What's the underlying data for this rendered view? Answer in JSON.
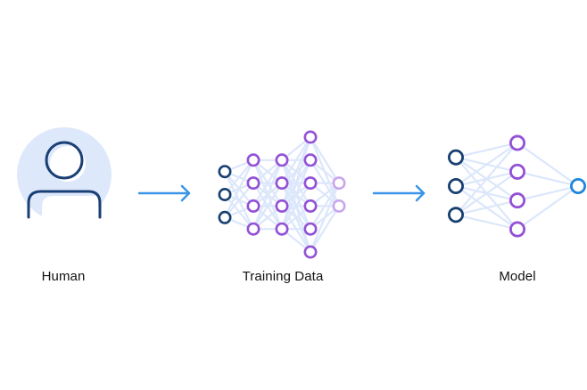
{
  "stages": [
    {
      "id": "human",
      "label": "Human"
    },
    {
      "id": "training-data",
      "label": "Training Data"
    },
    {
      "id": "model",
      "label": "Model"
    }
  ],
  "arrows": [
    {
      "from": "human",
      "to": "training-data"
    },
    {
      "from": "training-data",
      "to": "model"
    }
  ],
  "colors": {
    "background": "#ffffff",
    "human_circle_fill": "#dde8fb",
    "human_outline": "#1a3f75",
    "arrow": "#3a95e8",
    "edge": "#dce7fb",
    "input_node": "#173f70",
    "hidden_node": "#9351d6",
    "faded_node": "#c9a5ee",
    "output_node": "#1f86de",
    "label_text": "#111111"
  },
  "networks": {
    "training_data": {
      "layers": [
        {
          "nodes": 3,
          "role": "input"
        },
        {
          "nodes": 4,
          "role": "hidden"
        },
        {
          "nodes": 4,
          "role": "hidden"
        },
        {
          "nodes": 6,
          "role": "hidden"
        },
        {
          "nodes": 2,
          "role": "faded"
        }
      ]
    },
    "model": {
      "layers": [
        {
          "nodes": 3,
          "role": "input"
        },
        {
          "nodes": 4,
          "role": "hidden"
        },
        {
          "nodes": 1,
          "role": "output"
        }
      ]
    }
  }
}
